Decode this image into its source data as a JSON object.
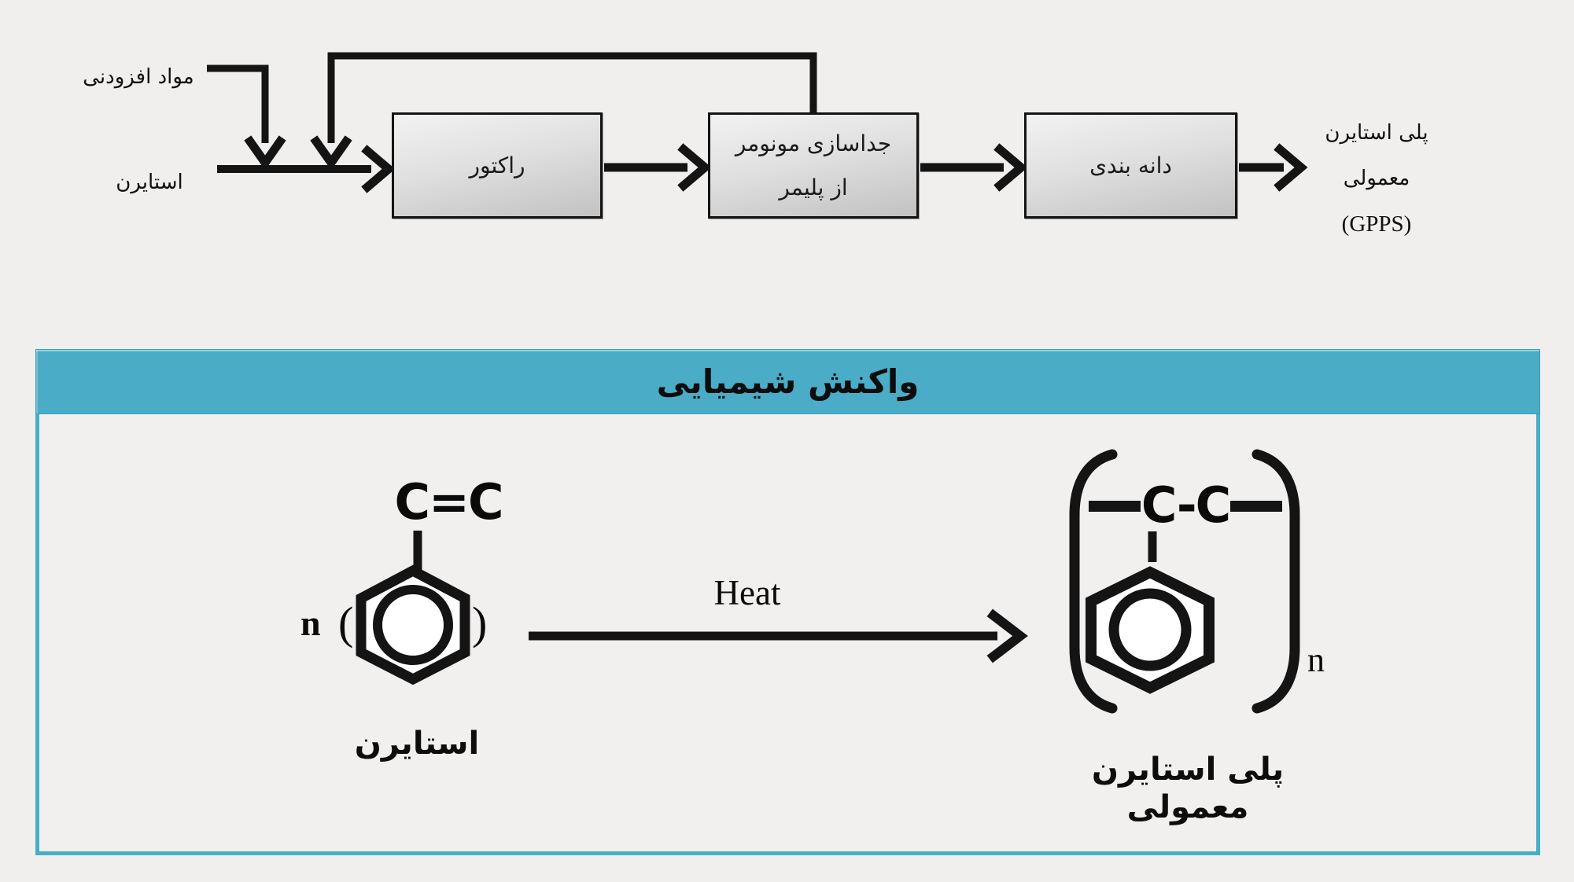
{
  "colors": {
    "accent_teal": "#4aacc6",
    "line_black": "#141414",
    "page_bg": "#f0efee"
  },
  "flow_diagram": {
    "input_additives": "مواد افزودنی",
    "input_styrene": "استایرن",
    "boxes": [
      {
        "label": "راکتور"
      },
      {
        "label_line1": "جداسازی مونومر",
        "label_line2": "از پلیمر"
      },
      {
        "label": "دانه بندی"
      }
    ],
    "output_line1": "پلی استایرن",
    "output_line2": "معمولی",
    "output_line3": "(GPPS)"
  },
  "reaction_panel": {
    "title": "واکنش شیمیایی",
    "monomer": {
      "coefficient": "n",
      "open_paren": "(",
      "close_paren": ")",
      "vinyl_group": "C=C",
      "name": "استایرن"
    },
    "arrow_label": "Heat",
    "polymer": {
      "backbone": "C-C",
      "subscript": "n",
      "name": "پلی استایرن معمولی"
    }
  }
}
